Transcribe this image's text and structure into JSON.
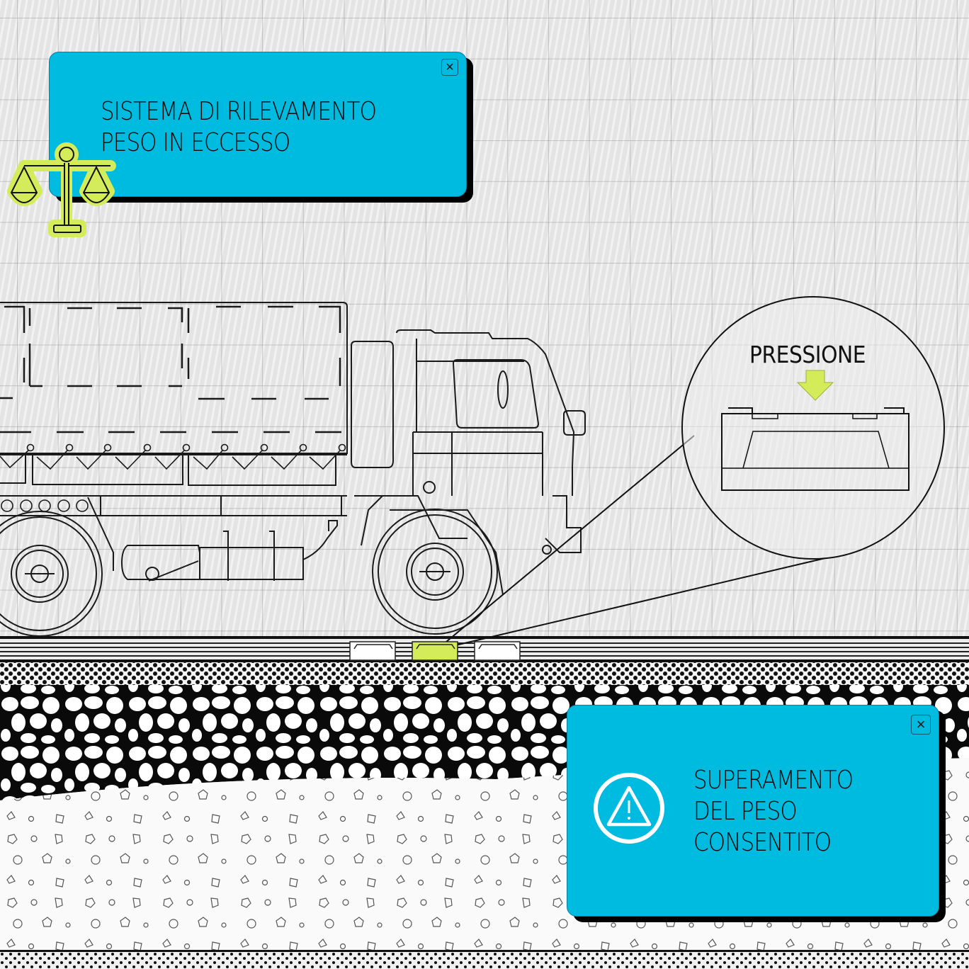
{
  "colors": {
    "popup_bg": "#00bbe0",
    "popup_shadow": "#000000",
    "accent_green": "#d4eb5a",
    "paper": "#ebebeb",
    "line": "#1a1a1a"
  },
  "popups": [
    {
      "title": "SISTEMA DI RILEVAMENTO\nPESO IN ECCESSO",
      "icon": "scale-icon",
      "close_label": "×"
    },
    {
      "title": "SUPERAMENTO\nDEL PESO\nCONSENTITO",
      "icon": "warning-icon",
      "close_label": "×"
    }
  ],
  "detail": {
    "label": "PRESSIONE",
    "arrow_icon": "arrow-down-icon"
  }
}
